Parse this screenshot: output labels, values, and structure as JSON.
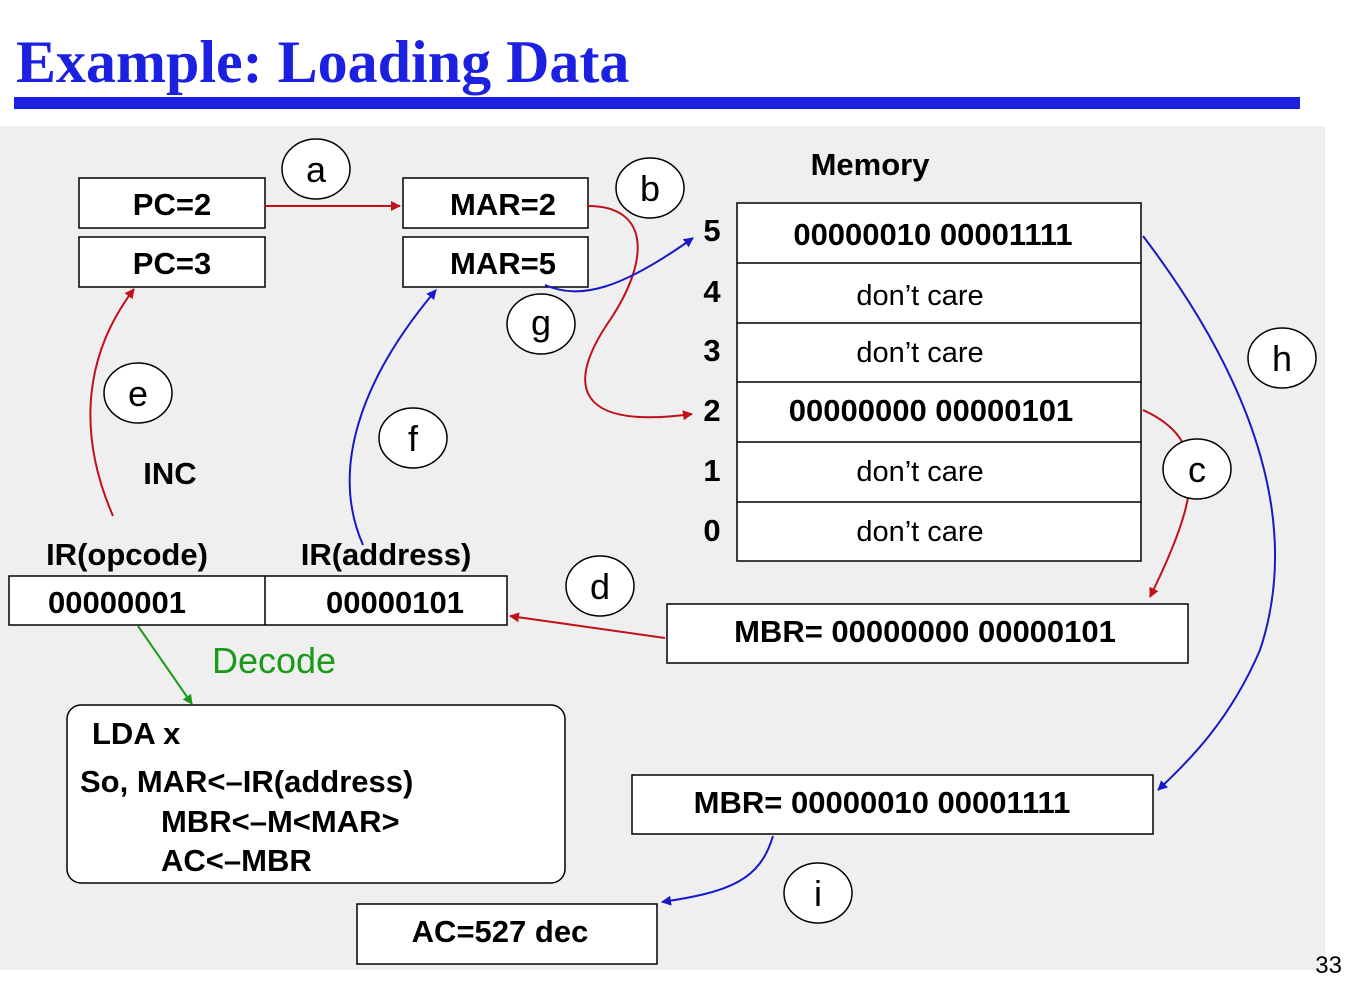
{
  "slide": {
    "title": "Example: Loading Data",
    "page_number": "33"
  },
  "registers": {
    "pc_before": "PC=2",
    "pc_after": "PC=3",
    "mar_before": "MAR=2",
    "mar_after": "MAR=5",
    "inc_label": "INC",
    "ir_opcode_label": "IR(opcode)",
    "ir_address_label": "IR(address)",
    "ir_opcode_value": "00000001",
    "ir_address_value": "00000101",
    "mbr_first": "MBR=  00000000   00000101",
    "mbr_second": "MBR=  00000010   00001111",
    "ac": "AC=527 dec"
  },
  "memory": {
    "title": "Memory",
    "rows": [
      {
        "address": "5",
        "content": "00000010   00001111"
      },
      {
        "address": "4",
        "content": "don’t care"
      },
      {
        "address": "3",
        "content": "don’t care"
      },
      {
        "address": "2",
        "content": "00000000   00000101"
      },
      {
        "address": "1",
        "content": "don’t care"
      },
      {
        "address": "0",
        "content": "don’t care"
      }
    ]
  },
  "decode": {
    "label": "Decode",
    "instruction": "LDA x",
    "lines": [
      "So, MAR<–IR(address)",
      "MBR<–M<MAR>",
      "AC<–MBR"
    ]
  },
  "steps": [
    "a",
    "b",
    "c",
    "d",
    "e",
    "f",
    "g",
    "h",
    "i"
  ],
  "colors": {
    "title": "#1c20e0",
    "red_arrow": "#c0101a",
    "blue_arrow": "#1818c8",
    "green_arrow": "#1a9a1a",
    "panel": "#efefef"
  }
}
